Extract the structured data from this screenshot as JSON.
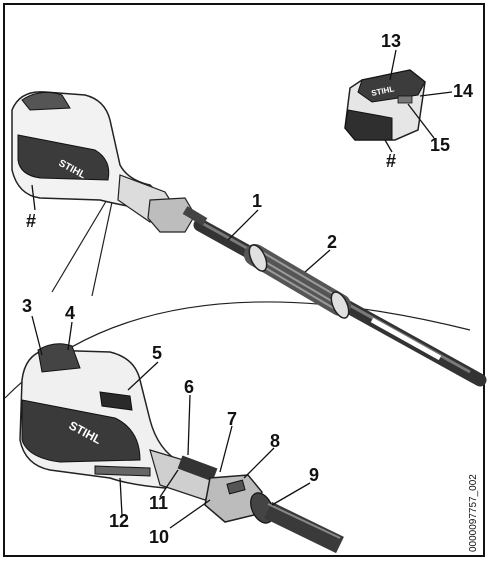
{
  "figure": {
    "image_code": "0000097757_002",
    "callouts": {
      "c1": "1",
      "c2": "2",
      "c3": "3",
      "c4": "4",
      "c5": "5",
      "c6": "6",
      "c7": "7",
      "c8": "8",
      "c9": "9",
      "c10": "10",
      "c11": "11",
      "c12": "12",
      "c13": "13",
      "c14": "14",
      "c15": "15",
      "hash_main": "#",
      "hash_battery": "#"
    },
    "brand_marks": [
      "STIHL",
      "STIHL",
      "STIHL"
    ]
  }
}
